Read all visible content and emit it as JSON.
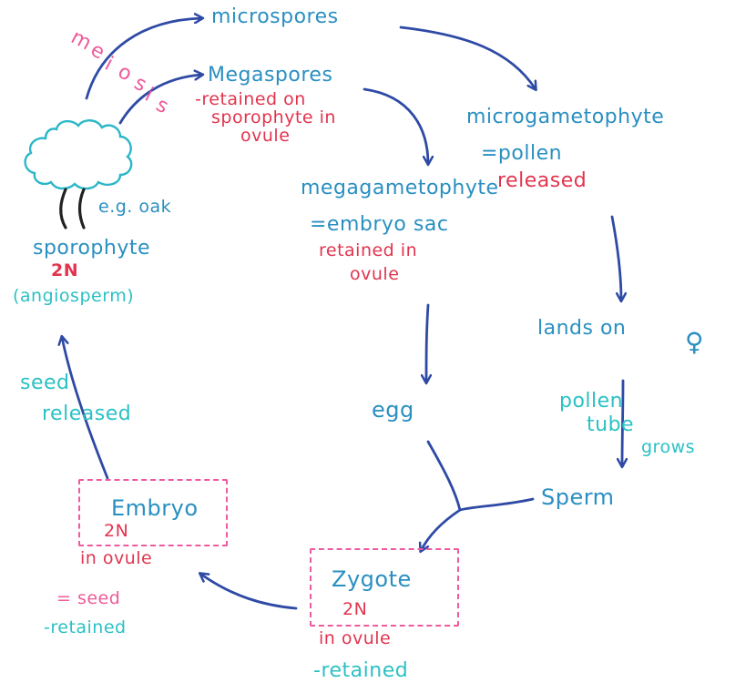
{
  "colors": {
    "arrow": "#2e4aa5",
    "blue_text": "#2a8fc1",
    "red_text": "#e2344e",
    "teal_text": "#2bc1c4",
    "pink_text": "#ee5a9a",
    "tree_outline": "#2ab7c7",
    "trunk": "#222222"
  },
  "meiosis_letters": [
    "m",
    "e",
    "i",
    "o",
    "s",
    "i",
    "s"
  ],
  "microspores": "microspores",
  "megaspores": {
    "title": "Megaspores",
    "note_lines": [
      "-retained on",
      "sporophyte in",
      "ovule"
    ]
  },
  "microgametophyte": {
    "title": "microgametophyte",
    "equals": "=pollen",
    "note": "released"
  },
  "megagametophyte": {
    "title": "megagametophyte",
    "equals": "=embryo sac",
    "note_lines": [
      "retained in",
      "ovule"
    ]
  },
  "sporophyte": {
    "example": "e.g. oak",
    "title": "sporophyte",
    "ploidy": "2N",
    "type": "(angiosperm)"
  },
  "lands_on": {
    "text": "lands on",
    "symbol": "♀"
  },
  "pollen_tube": [
    "pollen",
    "tube",
    "grows"
  ],
  "egg": "egg",
  "sperm": "Sperm",
  "zygote": {
    "title": "Zygote",
    "ploidy": "2N",
    "note": "in ovule",
    "status": "-retained"
  },
  "embryo": {
    "title": "Embryo",
    "ploidy": "2N",
    "note": "in ovule",
    "equals": "= seed",
    "status": "-retained"
  },
  "seed_released": [
    "seed",
    "released"
  ]
}
